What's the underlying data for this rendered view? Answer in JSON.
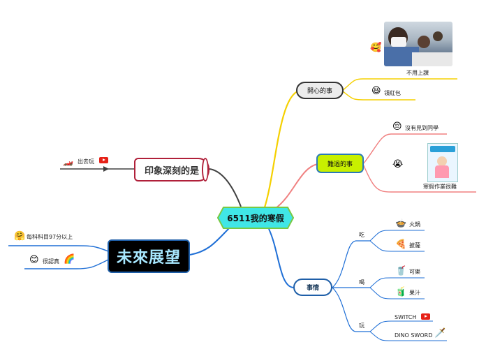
{
  "central": {
    "title": "6511我的寒假"
  },
  "happy": {
    "title": "開心的事",
    "items": [
      {
        "label": "不用上課",
        "icon": "hug-face-icon",
        "image": "students-in-class-photo"
      },
      {
        "label": "領紅包",
        "icon": "grin-face-icon"
      }
    ]
  },
  "sad": {
    "title": "難過的事",
    "items": [
      {
        "label": "沒有見到同學",
        "icon": "disappointed-face-icon"
      },
      {
        "label": "寒假作業很難",
        "icon": "crying-face-icon",
        "image": "winter-homework-book-cover"
      }
    ]
  },
  "things": {
    "title": "事情",
    "groups": [
      {
        "label": "吃",
        "items": [
          {
            "label": "火鍋",
            "icon": "hotpot-icon"
          },
          {
            "label": "披薩",
            "icon": "pizza-icon"
          }
        ]
      },
      {
        "label": "喝",
        "items": [
          {
            "label": "可樂",
            "icon": "cola-cup-icon"
          },
          {
            "label": "果汁",
            "icon": "juice-icon"
          }
        ]
      },
      {
        "label": "玩",
        "items": [
          {
            "label": "SWITCH",
            "icon": "youtube-icon"
          },
          {
            "label": "DINO SWORD",
            "icon": "sword-icon"
          }
        ]
      }
    ]
  },
  "impression": {
    "title": "印象深刻的是",
    "items": [
      {
        "label": "出去玩",
        "icon": "race-car-icon",
        "badge": "youtube-icon"
      }
    ]
  },
  "future": {
    "title": "未來展望",
    "items": [
      {
        "label": "每科科目97分以上",
        "icon": "hugging-face-icon"
      },
      {
        "label": "很認真",
        "icon": "smiling-face-icon",
        "badge": "rainbow-icon"
      }
    ]
  },
  "colors": {
    "central_fill": "#40e6e6",
    "central_border": "#7ac943",
    "happy_branch": "#f5d000",
    "sad_branch": "#f08080",
    "sad_fill": "#c8f000",
    "things_branch": "#1f6fd6",
    "impression_branch": "#404040",
    "impression_border": "#b0203a",
    "future_fill": "#000000",
    "future_text": "#a8e8ff"
  }
}
